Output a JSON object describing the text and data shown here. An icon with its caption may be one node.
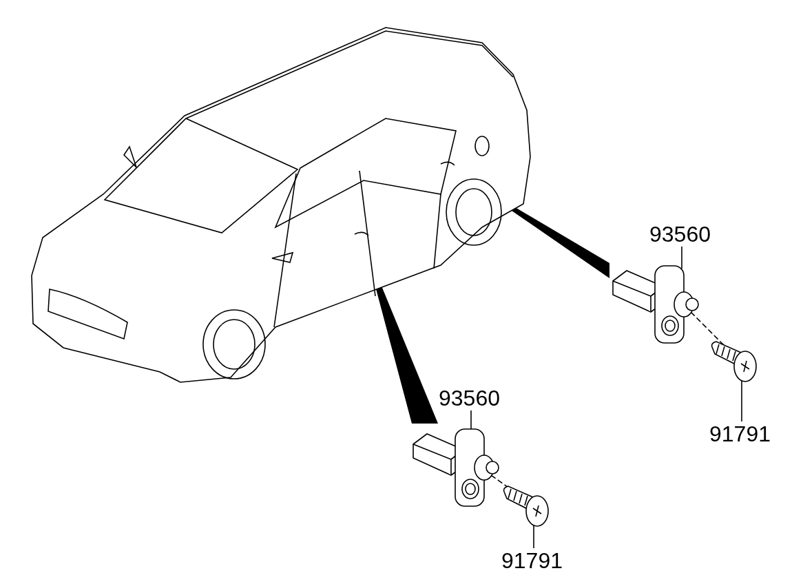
{
  "diagram": {
    "nodes": [
      {
        "text": [],
        "shape": "picture"
      },
      {
        "text": [
          "93560"
        ]
      },
      {
        "text": [],
        "shape": "picture"
      },
      {
        "text": [],
        "shape": "picture"
      },
      {
        "text": [
          "91791"
        ]
      },
      {
        "text": [
          "93560"
        ]
      },
      {
        "text": [],
        "shape": "picture"
      },
      {
        "text": [],
        "shape": "picture"
      },
      {
        "text": [
          "91791"
        ]
      }
    ],
    "edges": [
      {
        "from": 1,
        "to": 2,
        "arrow": "none"
      },
      {
        "from": 4,
        "to": 3,
        "arrow": "none"
      },
      {
        "from": 5,
        "to": 6,
        "arrow": "none"
      },
      {
        "from": 8,
        "to": 7,
        "arrow": "none"
      },
      {
        "from": 2,
        "to": 3,
        "arrow": "none",
        "style": "dashed"
      },
      {
        "from": 6,
        "to": 7,
        "arrow": "none",
        "style": "dashed"
      },
      {
        "from": 0,
        "to": 2,
        "arrow": "none",
        "style": "thick"
      },
      {
        "from": 0,
        "to": 6,
        "arrow": "none",
        "style": "thick"
      }
    ]
  }
}
